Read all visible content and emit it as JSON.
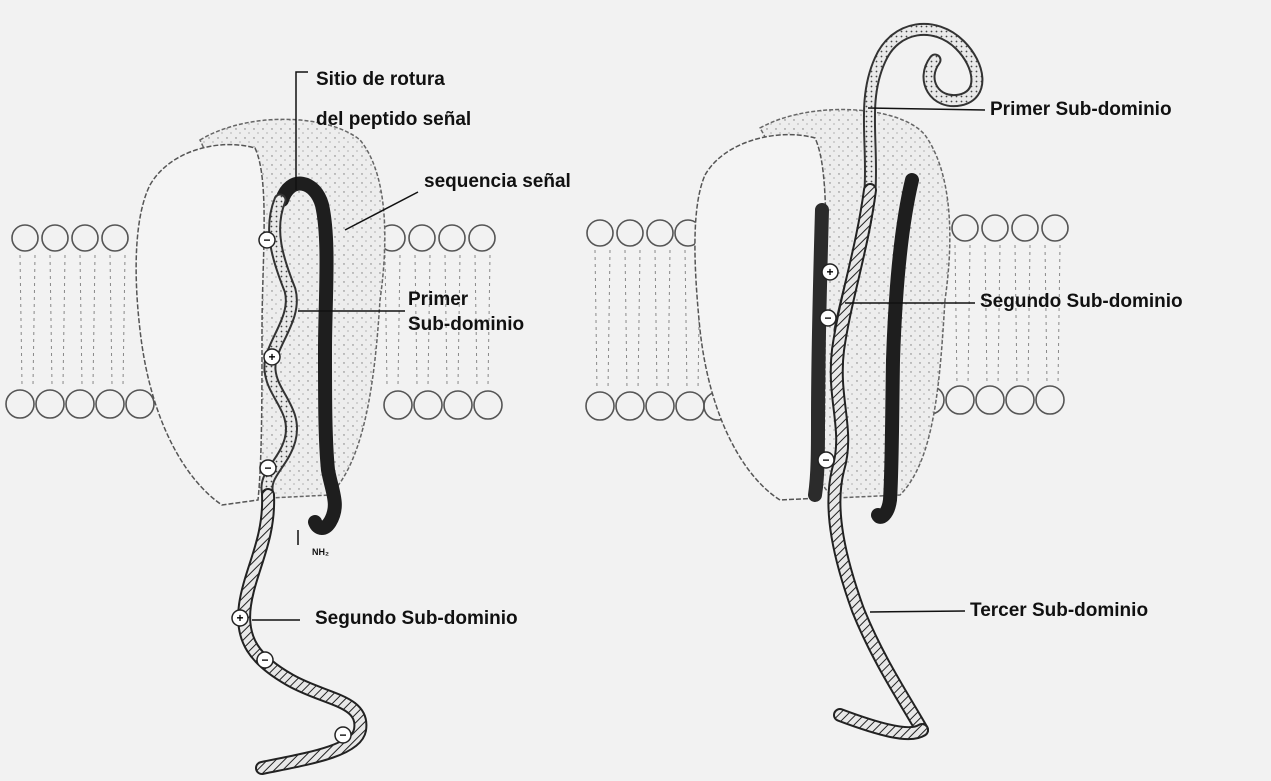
{
  "left_panel": {
    "cleavage_site_line1": "Sitio de rotura",
    "cleavage_site_line2": "del peptido señal",
    "signal_sequence": "sequencia señal",
    "first_subdomain_line1": "Primer",
    "first_subdomain_line2": "Sub-dominio",
    "amino_terminus": "NH₂",
    "second_subdomain": "Segundo Sub-dominio"
  },
  "right_panel": {
    "first_subdomain": "Primer Sub-dominio",
    "second_subdomain": "Segundo Sub-dominio",
    "third_subdomain": "Tercer Sub-dominio"
  },
  "charge_symbols": {
    "positive": "+",
    "negative": "−"
  }
}
